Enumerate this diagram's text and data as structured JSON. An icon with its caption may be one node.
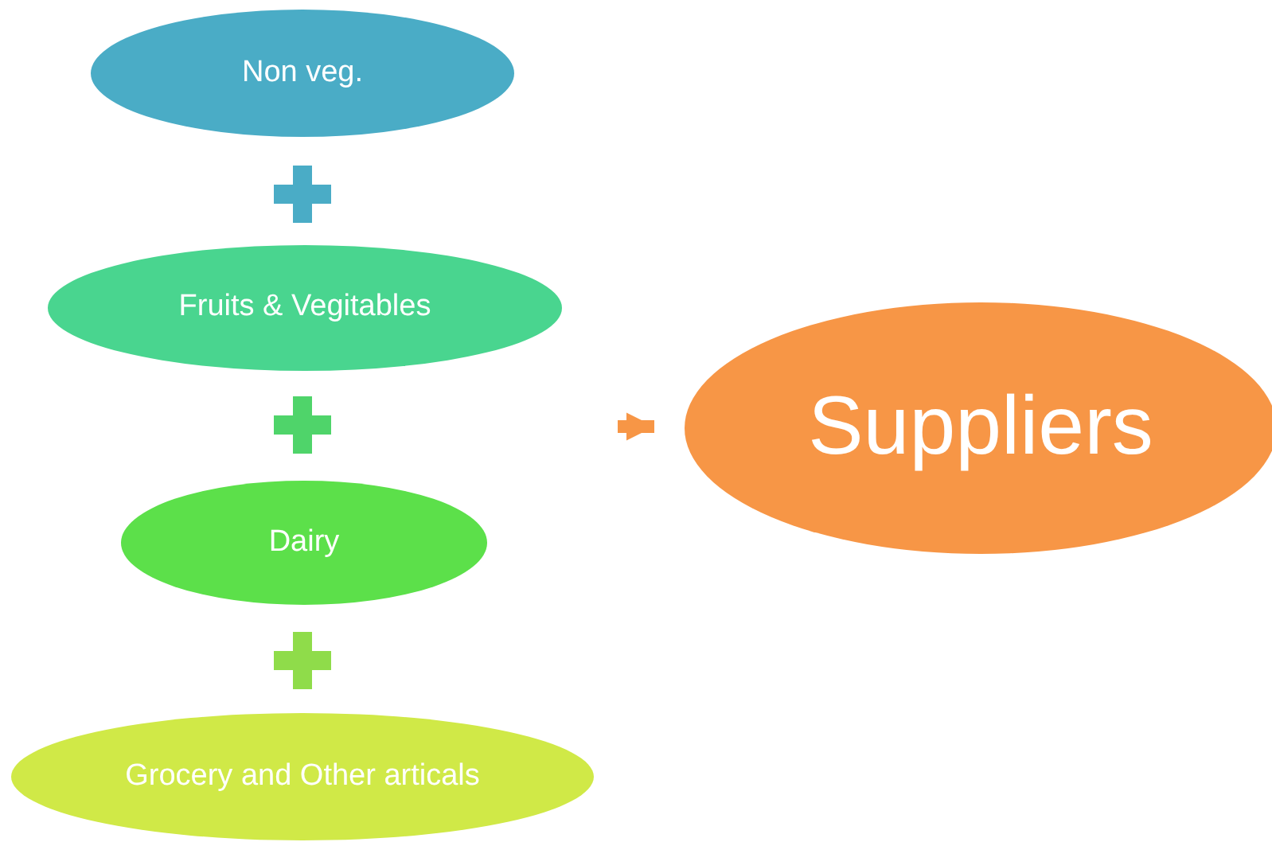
{
  "diagram": {
    "nodes": [
      {
        "text": [
          "Non veg."
        ]
      },
      {
        "text": [
          "Fruits & Vegitables"
        ]
      },
      {
        "text": [
          "Dairy"
        ]
      },
      {
        "text": [
          "Grocery and Other articals"
        ]
      },
      {
        "text": [
          "Suppliers"
        ]
      }
    ],
    "edges": [
      {
        "from": null,
        "to": 4,
        "arrow": "to"
      }
    ]
  }
}
